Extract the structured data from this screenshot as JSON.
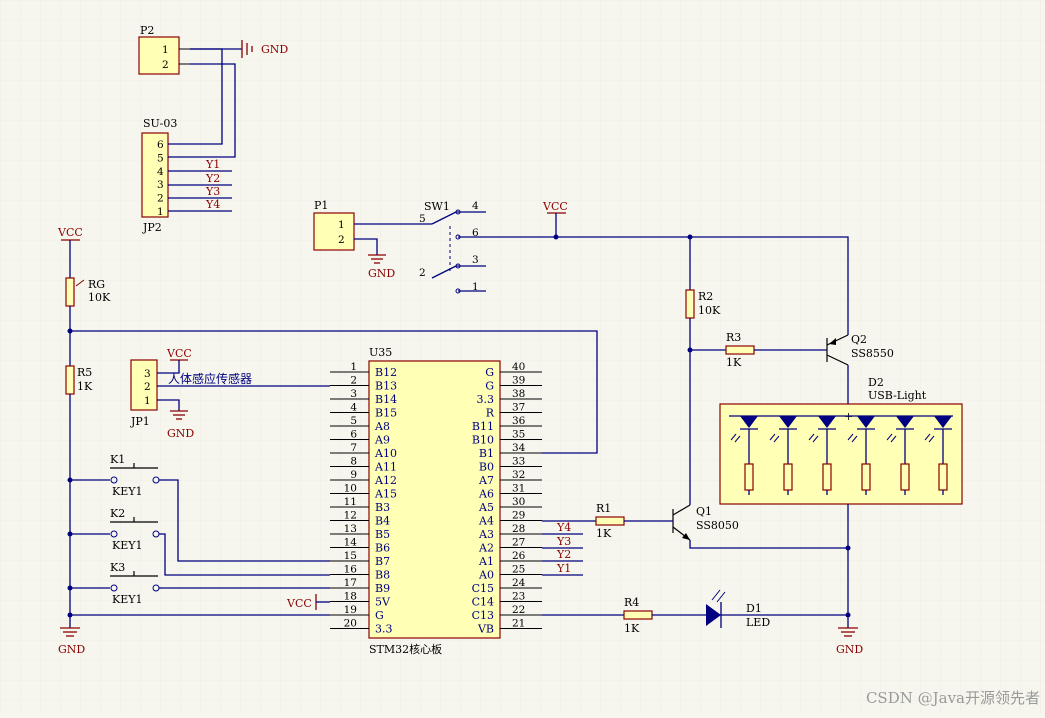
{
  "designators": {
    "p2": "P2",
    "su03": "SU-03",
    "jp2": "JP2",
    "p1": "P1",
    "sw1": "SW1",
    "rg": "RG",
    "r5": "R5",
    "jp1": "JP1",
    "k1": "K1",
    "k2": "K2",
    "k3": "K3",
    "u35": "U35",
    "r1": "R1",
    "r2": "R2",
    "r3": "R3",
    "r4": "R4",
    "q1": "Q1",
    "q2": "Q2",
    "d1": "D1",
    "d2": "D2"
  },
  "values": {
    "rg": "10K",
    "r5": "1K",
    "r1": "1K",
    "r2": "10K",
    "r3": "1K",
    "r4": "1K",
    "q1": "SS8050",
    "q2": "SS8550",
    "d1": "LED",
    "d2": "USB-Light",
    "key": "KEY1",
    "u35_footer": "STM32核心板"
  },
  "nets": {
    "gnd": "GND",
    "vcc": "VCC",
    "y1": "Y1",
    "y2": "Y2",
    "y3": "Y3",
    "y4": "Y4",
    "sensor": "人体感应传感器"
  },
  "pins": {
    "p2": [
      "1",
      "2"
    ],
    "su03": [
      "6",
      "5",
      "4",
      "3",
      "2",
      "1"
    ],
    "p1": [
      "1",
      "2"
    ],
    "sw1": [
      "5",
      "4",
      "6",
      "2",
      "3",
      "1"
    ],
    "jp1": [
      "3",
      "2",
      "1"
    ],
    "u35_left_nums": [
      "1",
      "2",
      "3",
      "4",
      "5",
      "6",
      "7",
      "8",
      "9",
      "10",
      "11",
      "12",
      "13",
      "14",
      "15",
      "16",
      "17",
      "18",
      "19",
      "20"
    ],
    "u35_left_names": [
      "B12",
      "B13",
      "B14",
      "B15",
      "A8",
      "A9",
      "A10",
      "A11",
      "A12",
      "A15",
      "B3",
      "B4",
      "B5",
      "B6",
      "B7",
      "B8",
      "B9",
      "5V",
      "G",
      "3.3"
    ],
    "u35_right_nums": [
      "40",
      "39",
      "38",
      "37",
      "36",
      "35",
      "34",
      "33",
      "32",
      "31",
      "30",
      "29",
      "28",
      "27",
      "26",
      "25",
      "24",
      "23",
      "22",
      "21"
    ],
    "u35_right_names": [
      "G",
      "G",
      "3.3",
      "R",
      "B11",
      "B10",
      "B1",
      "B0",
      "A7",
      "A6",
      "A5",
      "A4",
      "A3",
      "A2",
      "A1",
      "A0",
      "C15",
      "C14",
      "C13",
      "VB"
    ],
    "d2_plus": "+"
  },
  "watermark": "CSDN @Java开源领先者"
}
